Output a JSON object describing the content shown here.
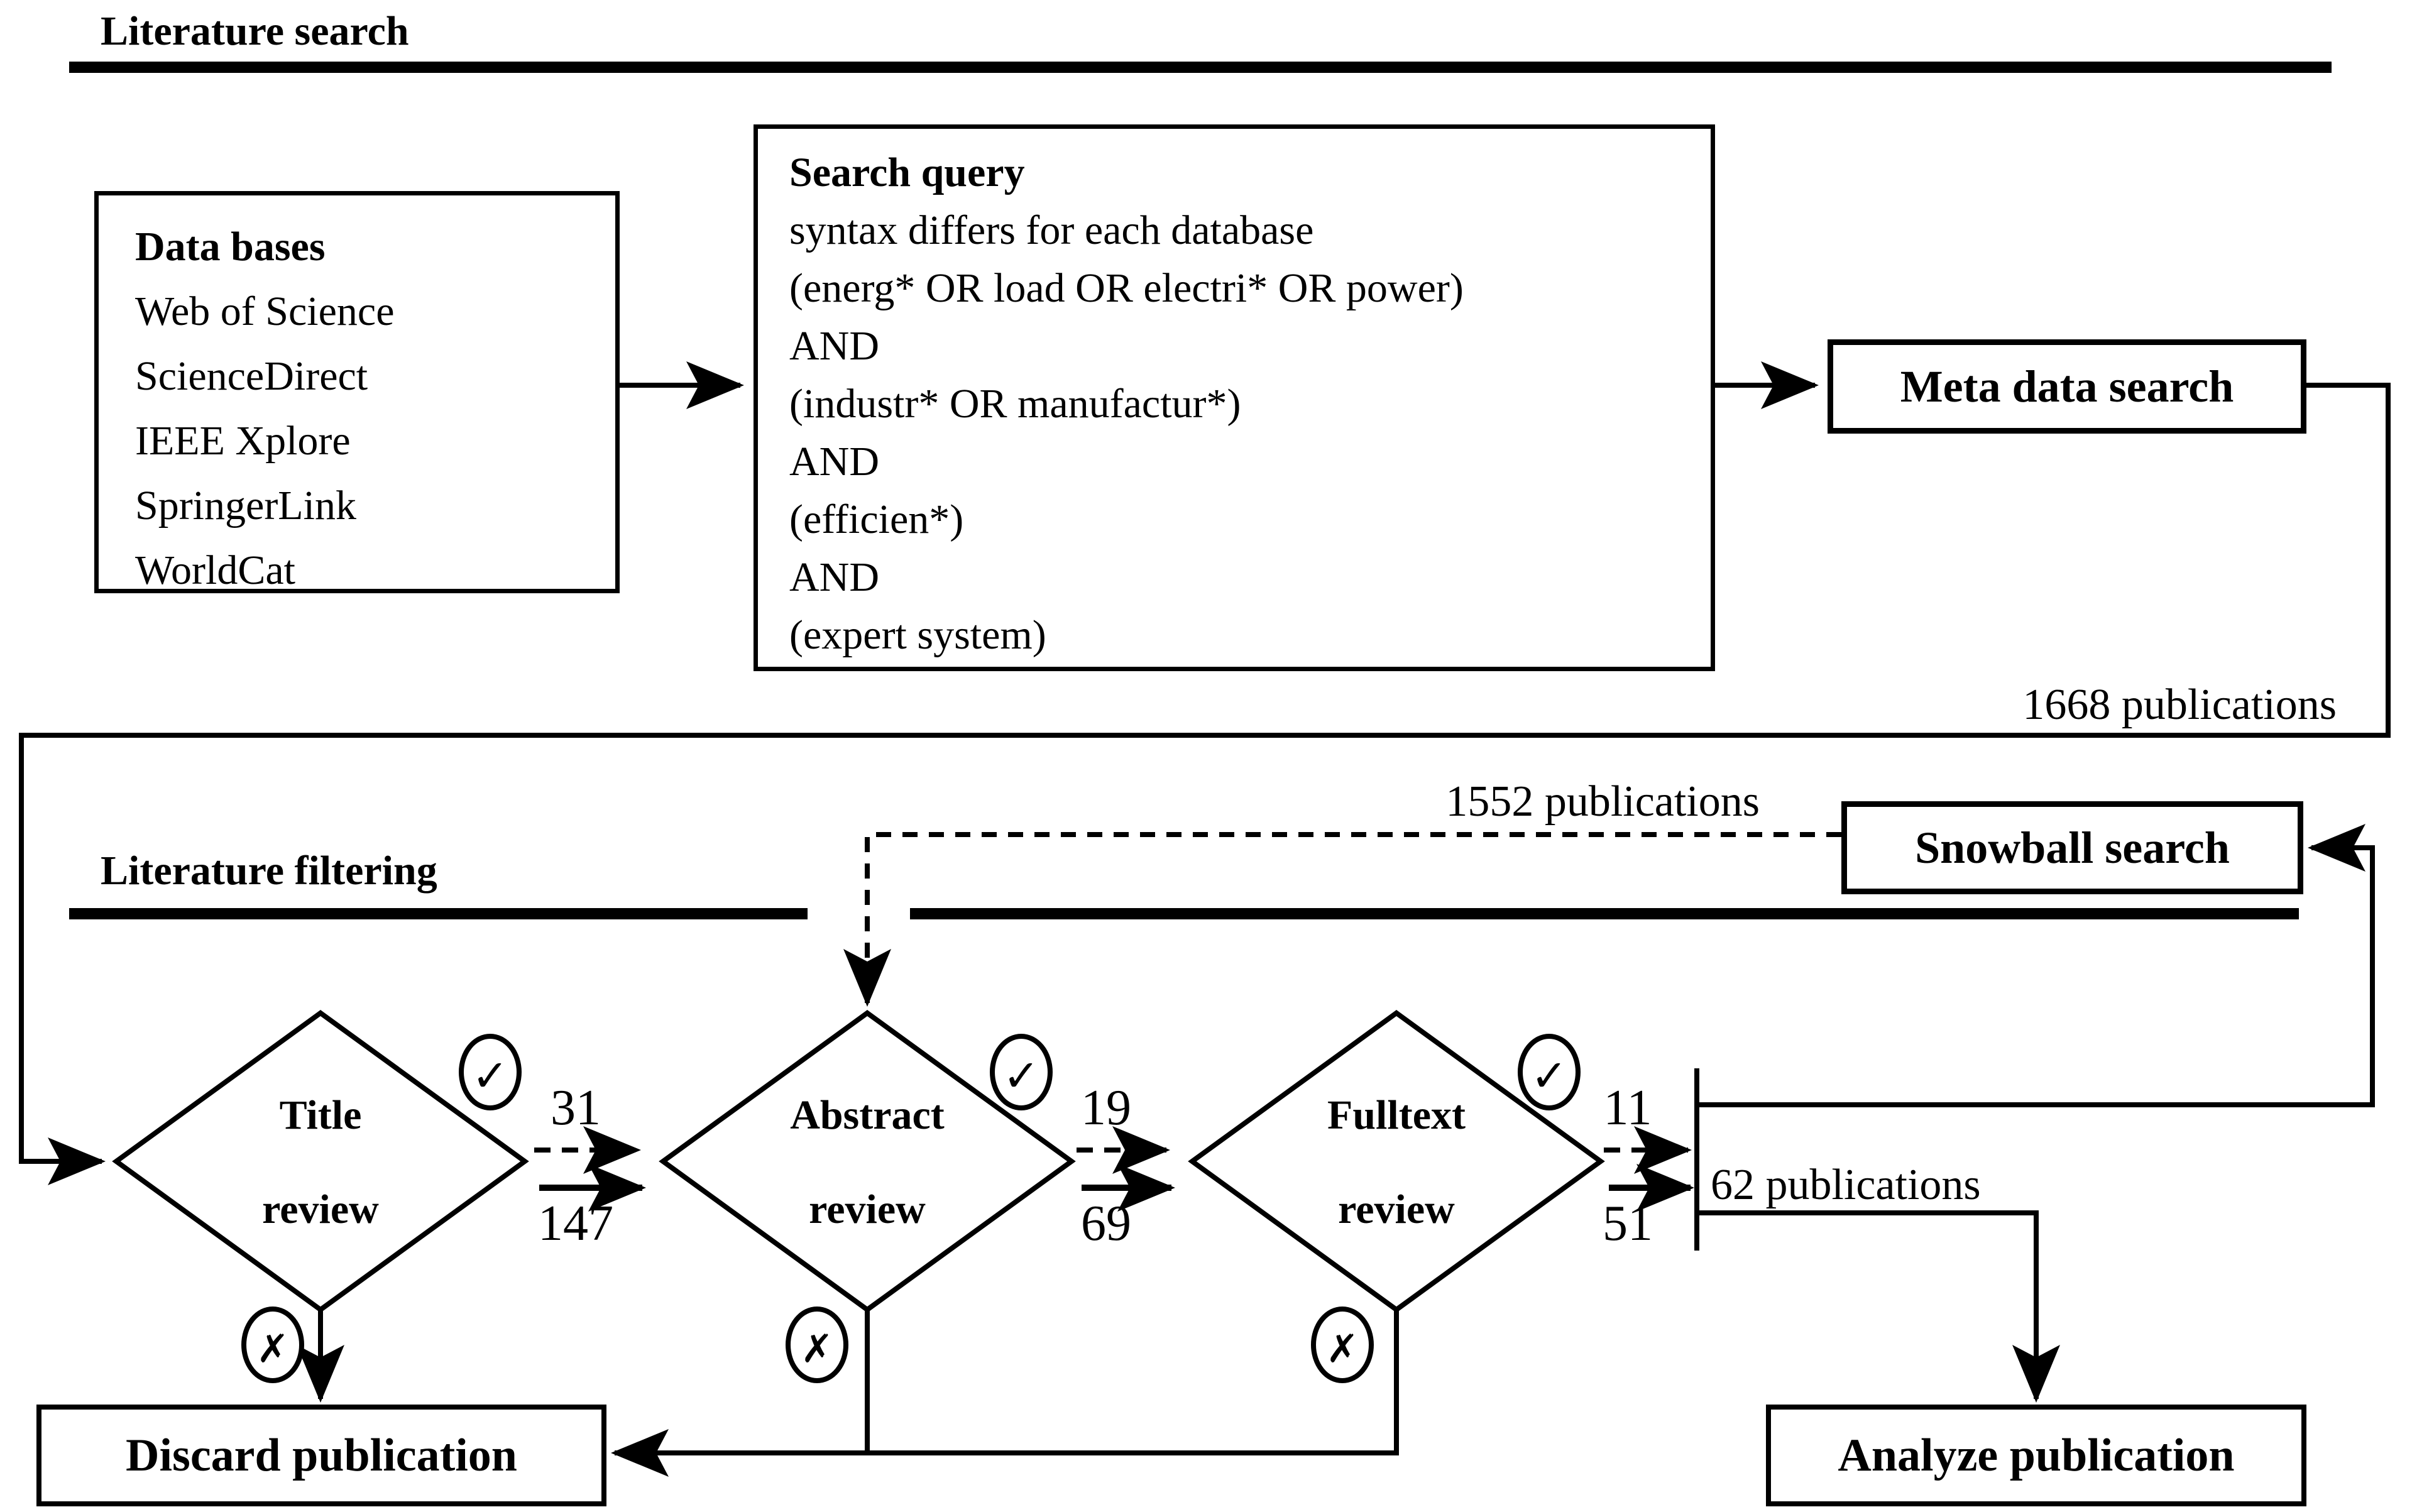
{
  "page": {
    "background": "#ffffff",
    "ink": "#000000"
  },
  "sections": [
    {
      "id": "search",
      "title": "Literature search"
    },
    {
      "id": "filtering",
      "title": "Literature filtering"
    }
  ],
  "boxes": {
    "databases": {
      "heading": "Data bases",
      "items": [
        "Web of Science",
        "ScienceDirect",
        "IEEE Xplore",
        "SpringerLink",
        "WorldCat"
      ]
    },
    "search_query": {
      "heading": "Search query",
      "lines": [
        "syntax differs for each database",
        "(energ* OR load OR electri* OR power)",
        "AND",
        "(industr* OR manufactur*)",
        "AND",
        "(efficien*)",
        "AND",
        "(expert system)"
      ]
    },
    "meta_search": {
      "label": "Meta data search"
    },
    "snowball_search": {
      "label": "Snowball search"
    },
    "discard": {
      "label": "Discard publication"
    },
    "analyze": {
      "label": "Analyze publication"
    }
  },
  "reviews": [
    {
      "id": "title-review",
      "line1": "Title",
      "line2": "review",
      "accepted": "31",
      "rejected": "147"
    },
    {
      "id": "abstract-review",
      "line1": "Abstract",
      "line2": "review",
      "accepted": "19",
      "rejected": "69"
    },
    {
      "id": "fulltext-review",
      "line1": "Fulltext",
      "line2": "review",
      "accepted": "11",
      "rejected": "51"
    }
  ],
  "flow_labels": {
    "meta_result": "1668 publications",
    "snowball_result": "1552 publications",
    "final_result": "62 publications"
  },
  "icons": {
    "check": "✓",
    "cross": "✗"
  }
}
